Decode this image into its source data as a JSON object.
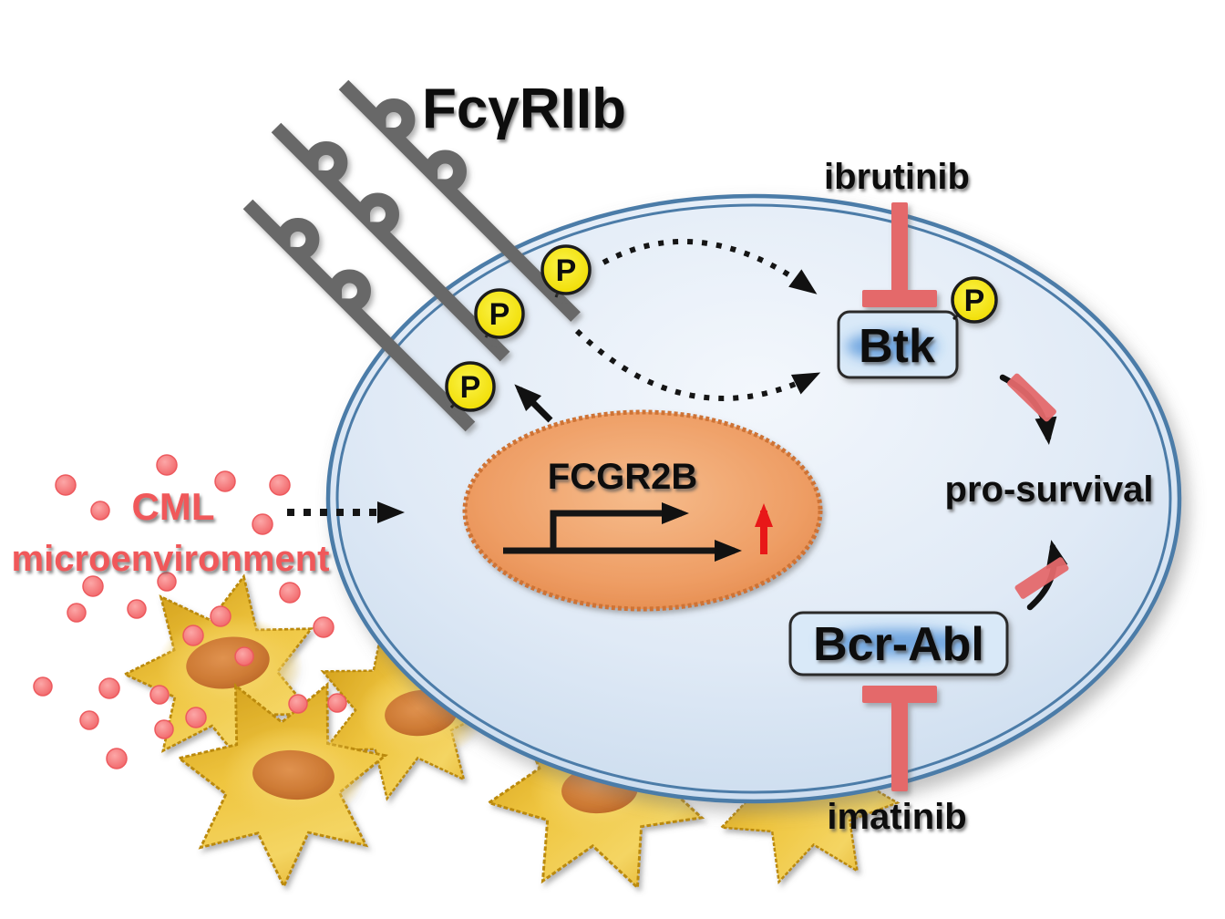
{
  "title": "FcγRIIb",
  "cell": {
    "gene_label": "FCGR2B"
  },
  "proteins": {
    "btk": "Btk",
    "bcr_abl": "Bcr-Abl"
  },
  "drugs": {
    "ibrutinib": "ibrutinib",
    "imatinib": "imatinib"
  },
  "outcome": {
    "pro_survival": "pro-survival"
  },
  "microenvironment": {
    "line1": "CML",
    "line2": "microenvironment"
  },
  "phospho_label": "P",
  "colors": {
    "membrane_blue": "#4C7CA8",
    "cell_fill_light": "#F2F6FB",
    "cell_fill_dark": "#C5D8EC",
    "nucleus_orange": "#EE9D64",
    "nucleus_border": "#CE7334",
    "inhibitor_red": "#E4696B",
    "upregulation_red": "#E81818",
    "phospho_yellow": "#F6E40A",
    "receptor_gray": "#676767",
    "stromal_gold": "#EFC53F",
    "cml_text_red": "#F0595A",
    "protein_glow_blue": "#2E7BD0"
  }
}
